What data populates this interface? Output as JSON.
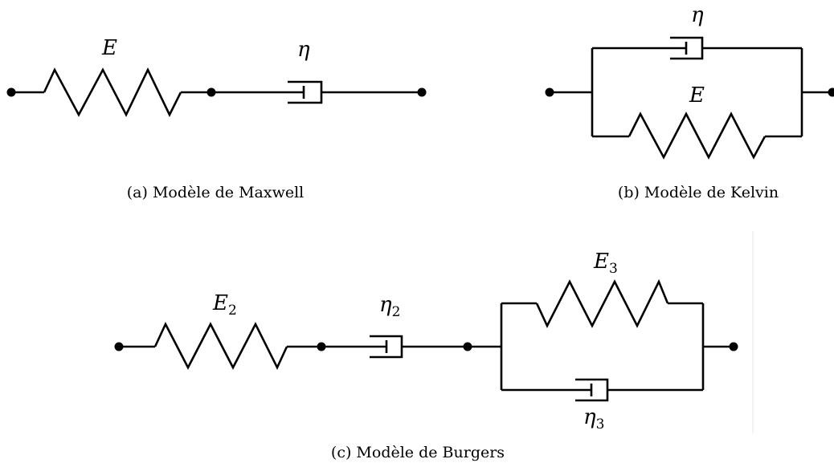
{
  "maxwell": {
    "caption": "(a) Modèle de Maxwell",
    "spring_symbol": "E",
    "dashpot_symbol": "η"
  },
  "kelvin": {
    "caption": "(b) Modèle de Kelvin",
    "spring_symbol": "E",
    "dashpot_symbol": "η"
  },
  "burgers": {
    "caption": "(c) Modèle de Burgers",
    "spring2": {
      "symbol": "E",
      "subscript": "2"
    },
    "dashpot2": {
      "symbol": "η",
      "subscript": "2"
    },
    "spring3": {
      "symbol": "E",
      "subscript": "3"
    },
    "dashpot3": {
      "symbol": "η",
      "subscript": "3"
    }
  }
}
